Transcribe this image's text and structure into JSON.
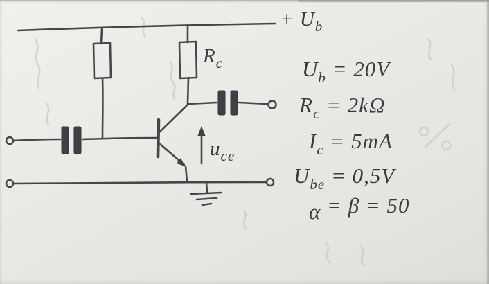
{
  "sheet": {
    "description": "Hand-drawn pencil sketch of a one-transistor amplifier circuit with given values"
  },
  "circuit_labels": {
    "supply": {
      "sym": "+ U",
      "sub": "b"
    },
    "collector_resistor": {
      "sym": "R",
      "sub": "c"
    },
    "collector_emitter_voltage": {
      "sym": "u",
      "sub": "ce"
    }
  },
  "given_values": [
    {
      "sym": "U",
      "sub": "b",
      "rest": " = 20V"
    },
    {
      "sym": "R",
      "sub": "c",
      "rest": " = 2kΩ"
    },
    {
      "sym": "I",
      "sub": "c",
      "rest": " = 5mA"
    },
    {
      "sym": "U",
      "sub": "be",
      "rest": " = 0,5V"
    },
    {
      "sym": "α",
      "sub": "",
      "rest": " = β = 50"
    }
  ]
}
